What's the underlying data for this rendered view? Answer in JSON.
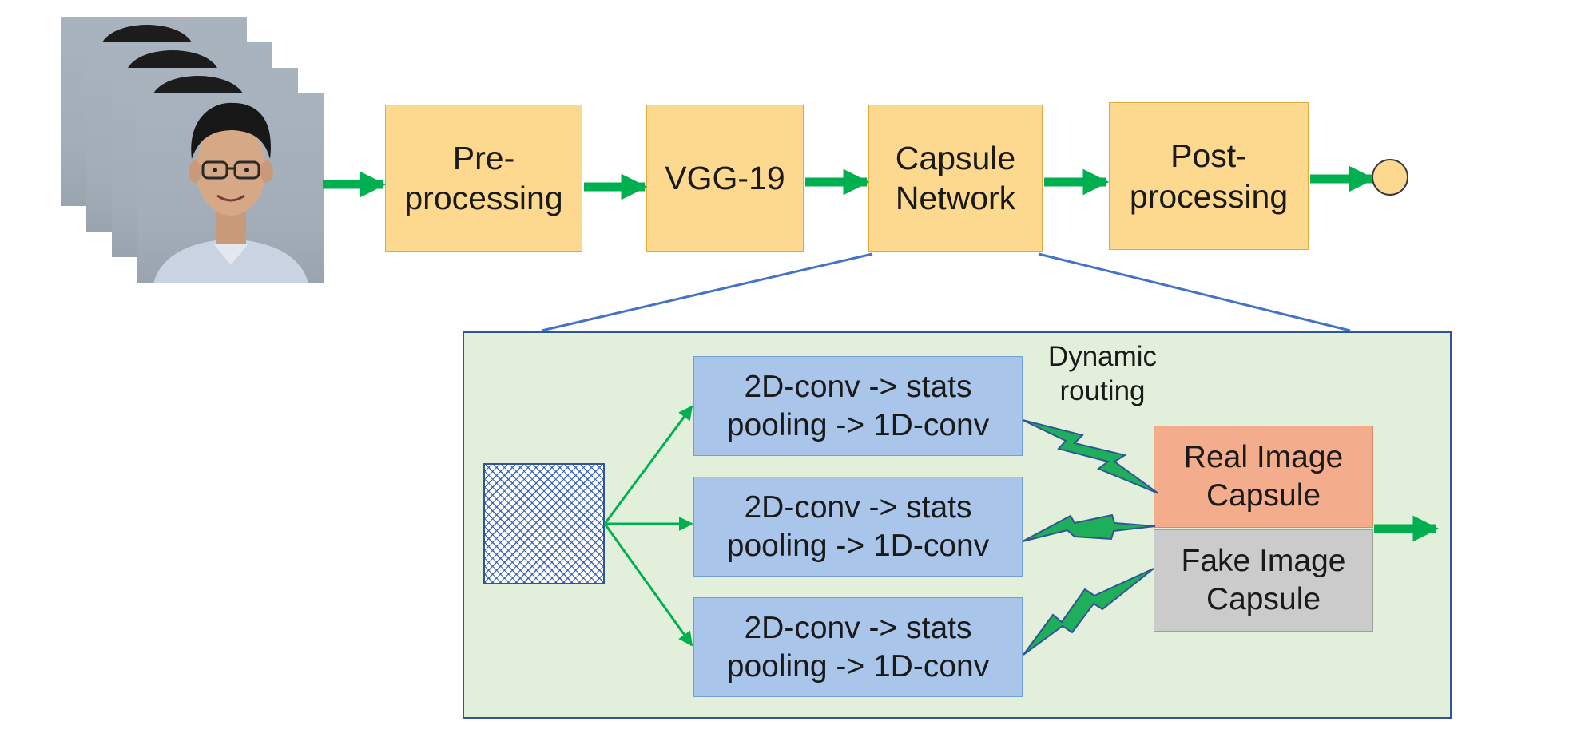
{
  "pipeline": {
    "preprocessing": {
      "line1": "Pre-",
      "line2": "processing"
    },
    "vgg": {
      "label": "VGG-19"
    },
    "capsule": {
      "line1": "Capsule",
      "line2": "Network"
    },
    "postprocessing": {
      "line1": "Post-",
      "line2": "processing"
    }
  },
  "detail": {
    "conv_blocks": [
      {
        "line1": "2D-conv -> stats",
        "line2": "pooling -> 1D-conv"
      },
      {
        "line1": "2D-conv -> stats",
        "line2": "pooling -> 1D-conv"
      },
      {
        "line1": "2D-conv -> stats",
        "line2": "pooling -> 1D-conv"
      }
    ],
    "routing": {
      "line1": "Dynamic",
      "line2": "routing"
    },
    "real_capsule": {
      "line1": "Real Image",
      "line2": "Capsule"
    },
    "fake_capsule": {
      "line1": "Fake Image",
      "line2": "Capsule"
    }
  },
  "colors": {
    "arrow": "#00b050",
    "process_box": "#fdd88f",
    "conv_box": "#a9c5e9",
    "real_capsule": "#f4ad8c",
    "fake_capsule": "#cbcbcb",
    "panel": "#e2efda",
    "panel_border": "#2f5597",
    "lightning": "#1fae5a"
  }
}
